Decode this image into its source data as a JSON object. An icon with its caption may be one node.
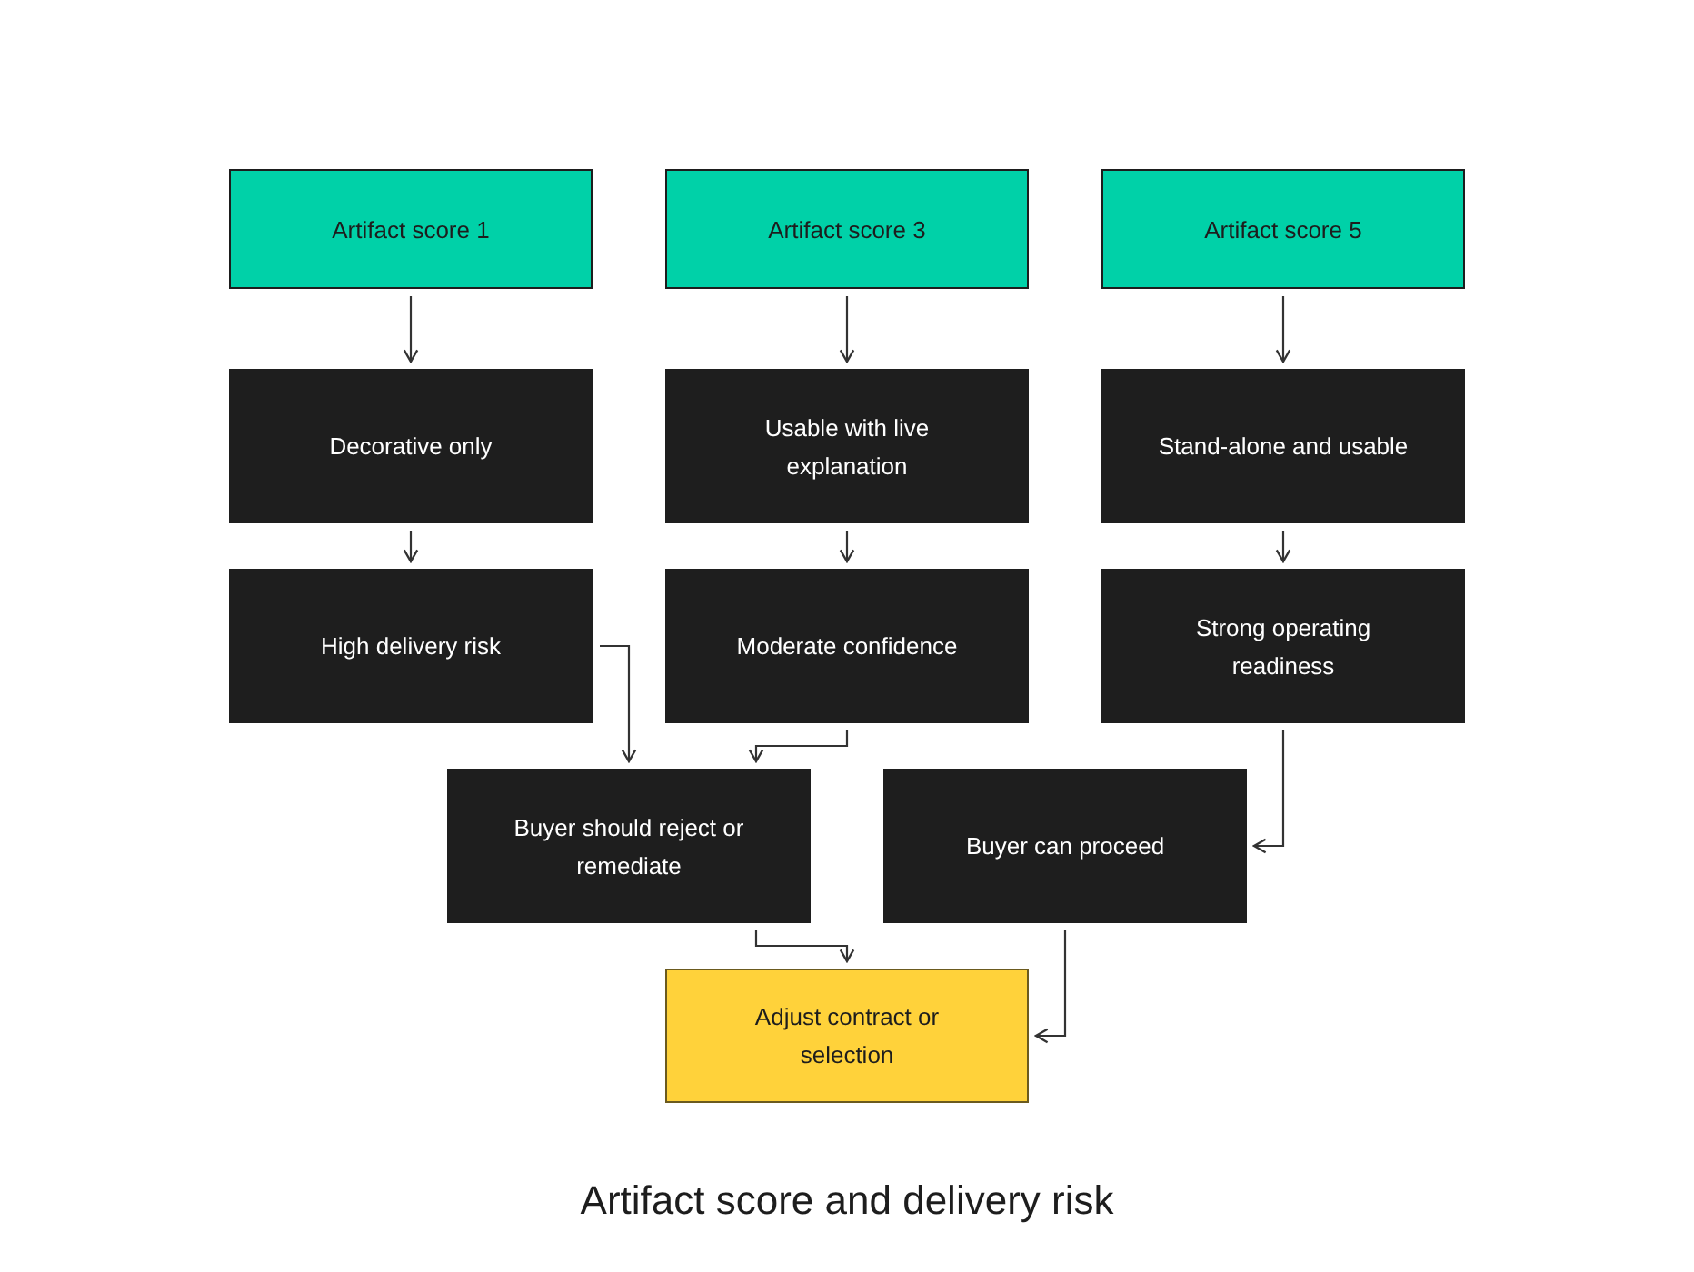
{
  "diagram": {
    "caption": "Artifact score and delivery risk",
    "nodes": [
      {
        "text": [
          "Artifact score 1"
        ]
      },
      {
        "text": [
          "Artifact score 3"
        ]
      },
      {
        "text": [
          "Artifact score 5"
        ]
      },
      {
        "text": [
          "Decorative only"
        ]
      },
      {
        "text": [
          "Usable with live explanation"
        ]
      },
      {
        "text": [
          "Stand-alone and usable"
        ]
      },
      {
        "text": [
          "High delivery risk"
        ]
      },
      {
        "text": [
          "Moderate confidence"
        ]
      },
      {
        "text": [
          "Strong operating readiness"
        ]
      },
      {
        "text": [
          "Buyer should reject or remediate"
        ]
      },
      {
        "text": [
          "Buyer can proceed"
        ]
      },
      {
        "text": [
          "Adjust contract or selection"
        ]
      }
    ],
    "edges": [
      {
        "from": 0,
        "to": 3,
        "arrow": "to"
      },
      {
        "from": 1,
        "to": 4,
        "arrow": "to"
      },
      {
        "from": 2,
        "to": 5,
        "arrow": "to"
      },
      {
        "from": 3,
        "to": 6,
        "arrow": "to"
      },
      {
        "from": 4,
        "to": 7,
        "arrow": "to"
      },
      {
        "from": 5,
        "to": 8,
        "arrow": "to"
      },
      {
        "from": 6,
        "to": 9,
        "arrow": "to"
      },
      {
        "from": 7,
        "to": 9,
        "arrow": "to"
      },
      {
        "from": 8,
        "to": 10,
        "arrow": "to"
      },
      {
        "from": 9,
        "to": 11,
        "arrow": "to"
      },
      {
        "from": 10,
        "to": 11,
        "arrow": "to"
      }
    ]
  }
}
